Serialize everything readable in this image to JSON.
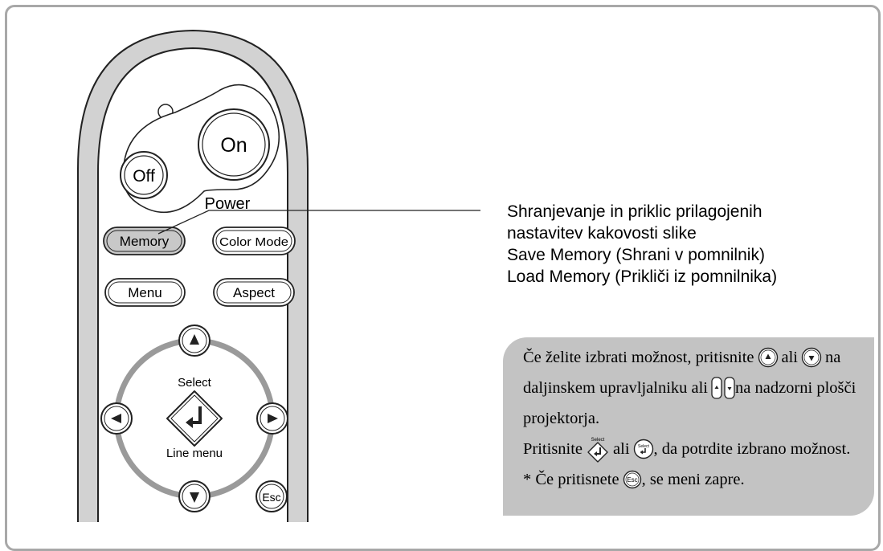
{
  "remote": {
    "power_on": "On",
    "power_off": "Off",
    "power_label": "Power",
    "memory": "Memory",
    "color_mode": "Color Mode",
    "menu": "Menu",
    "aspect": "Aspect",
    "select_label": "Select",
    "line_menu_label": "Line menu",
    "esc": "Esc"
  },
  "callout": {
    "line1": "Shranjevanje in priklic prilagojenih",
    "line2": "nastavitev kakovosti slike",
    "line3": "Save Memory (Shrani v pomnilnik)",
    "line4": "Load Memory (Prikliči iz pomnilnika)"
  },
  "note": {
    "l1_a": "Če želite izbrati možnost, pritisnite",
    "l1_b": "ali",
    "l1_c": "na",
    "l2_a": "daljinskem upravljalniku ali",
    "l2_b": "na nadzorni plošči",
    "l3": "projektorja.",
    "l4_a": "Pritisnite",
    "l4_b": "ali",
    "l4_c": ", da potrdite izbrano možnost.",
    "l5_a": "* Če pritisnete",
    "l5_b": ", se meni zapre.",
    "icon_select_small": "Select",
    "icon_esc_small": "Esc"
  }
}
